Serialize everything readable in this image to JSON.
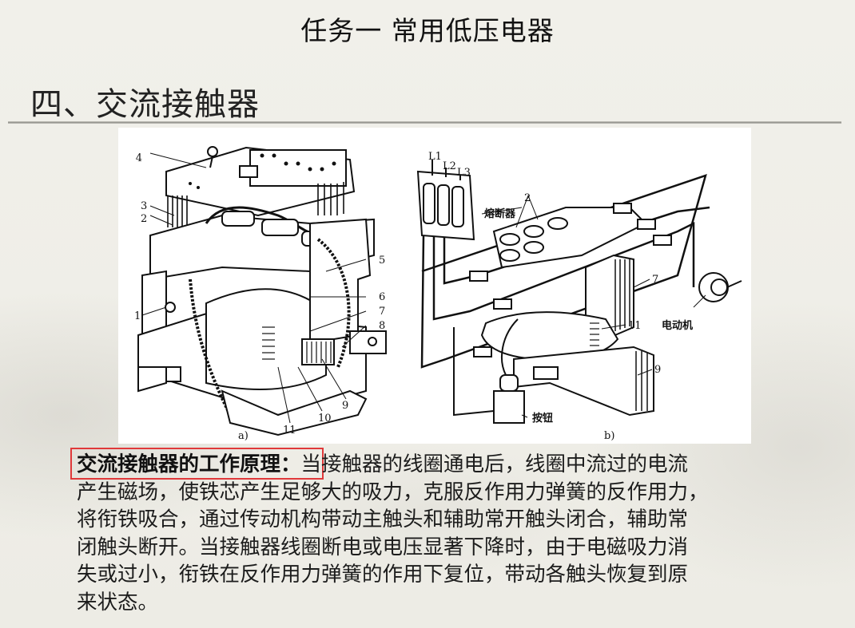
{
  "slide": {
    "title": "任务一  常用低压电器",
    "section_heading": "四、交流接触器"
  },
  "figure": {
    "panel_a": {
      "caption": "a)",
      "callouts": [
        "1",
        "2",
        "3",
        "4",
        "5",
        "6",
        "7",
        "8",
        "9",
        "10",
        "11"
      ]
    },
    "panel_b": {
      "caption": "b)",
      "phase_labels": [
        "L1",
        "L2",
        "L3"
      ],
      "fuse_label": "熔断器",
      "contact_label": "2",
      "motor_label": "电动机",
      "button_label": "按钮",
      "callouts": [
        "7",
        "11",
        "9"
      ]
    }
  },
  "principle": {
    "label": "交流接触器的工作原理：",
    "lines": [
      "当接触器的线圈通电后，线圈中流过的电流",
      "产生磁场，使铁芯产生足够大的吸力，克服反作用力弹簧的反作用力，",
      "将衔铁吸合，通过传动机构带动主触头和辅助常开触头闭合，辅助常",
      "闭触头断开。当接触器线圈断电或电压显著下降时，由于电磁吸力消",
      "失或过小，衔铁在反作用力弹簧的作用下复位，带动各触头恢复到原",
      "来状态。"
    ],
    "highlight_color": "#e0393a"
  }
}
